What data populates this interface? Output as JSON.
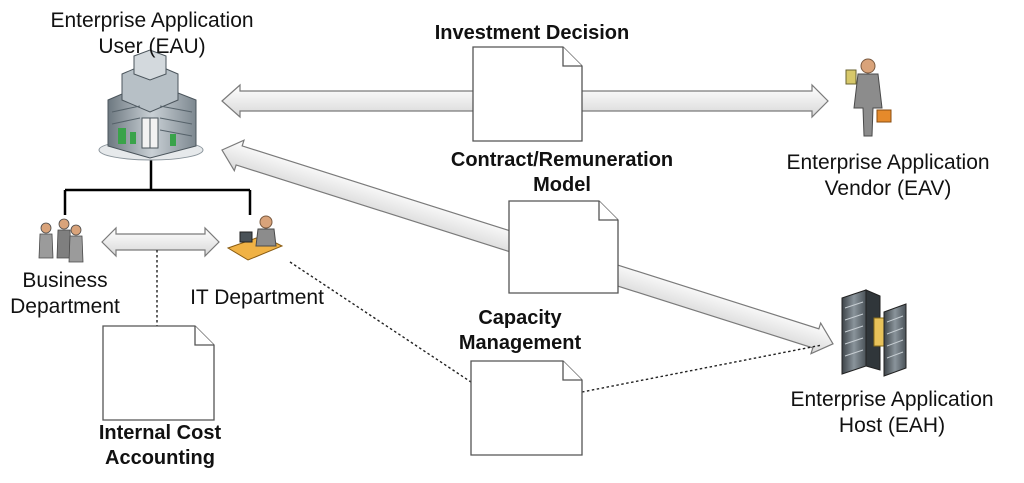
{
  "actors": {
    "eau": {
      "line1": "Enterprise Application",
      "line2": "User (EAU)",
      "icon": "office-building-icon"
    },
    "eav": {
      "line1": "Enterprise Application",
      "line2": "Vendor (EAV)",
      "icon": "businessman-icon"
    },
    "eah": {
      "line1": "Enterprise Application",
      "line2": "Host (EAH)",
      "icon": "server-rack-icon"
    },
    "business": {
      "line1": "Business",
      "line2": "Department",
      "icon": "people-group-icon"
    },
    "it": {
      "line1": "IT Department",
      "icon": "it-worker-desk-icon"
    }
  },
  "documents": {
    "investment": {
      "line1": "Investment Decision"
    },
    "contract": {
      "line1": "Contract/Remuneration",
      "line2": "Model"
    },
    "capacity": {
      "line1": "Capacity",
      "line2": "Management"
    },
    "cost": {
      "line1": "Internal Cost",
      "line2": "Accounting"
    }
  },
  "colors": {
    "arrow_fill": "#ffffff",
    "arrow_stroke": "#7a7a7a",
    "doc_stroke": "#555555",
    "building": "#9aa3aa",
    "accent_green": "#3aa34a",
    "accent_orange": "#e58a2b"
  }
}
